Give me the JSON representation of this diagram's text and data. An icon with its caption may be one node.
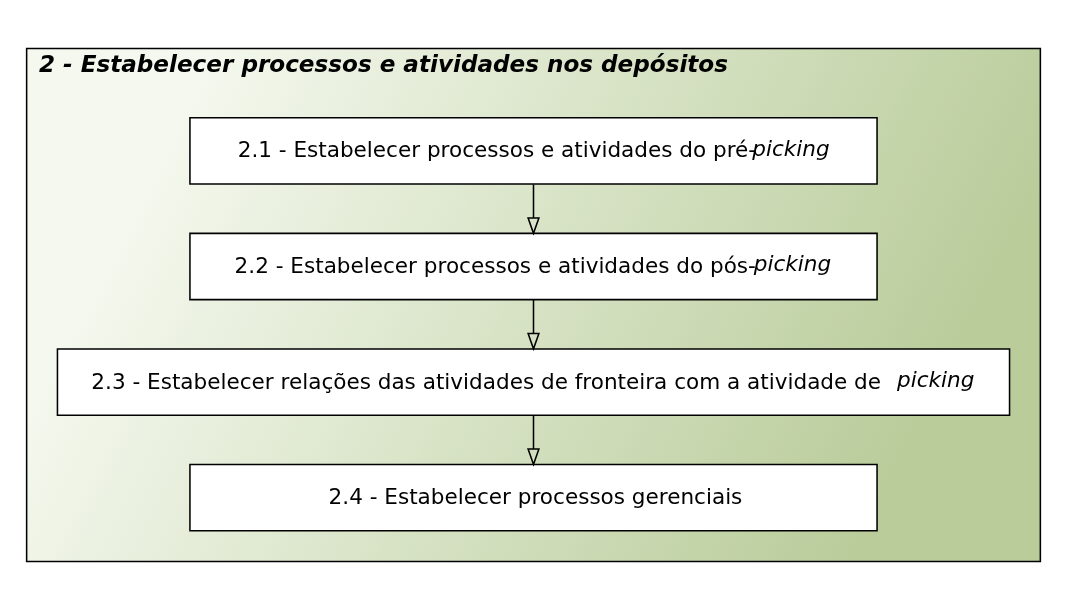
{
  "diagram": {
    "nodes": [
      {
        "text": [
          "2 - Estabelecer processos e atividades nos depósitos"
        ]
      },
      {
        "text": [
          "2.1 - Estabelecer processos e atividades do pré-*picking*"
        ],
        "in": 0
      },
      {
        "text": [
          "2.2 - Estabelecer processos e atividades do pós-*picking*"
        ],
        "in": 0
      },
      {
        "text": [
          "2.3 - Estabelecer relações das atividades de fronteira com a atividade de *picking*"
        ],
        "in": 0
      },
      {
        "text": [
          "2.4 - Estabelecer processos gerenciais"
        ],
        "in": 0
      }
    ],
    "edges": [
      {
        "from": 1,
        "to": 2,
        "arrow": "to"
      },
      {
        "from": 2,
        "to": 3,
        "arrow": "to"
      },
      {
        "from": 3,
        "to": 4,
        "arrow": "to"
      }
    ]
  }
}
